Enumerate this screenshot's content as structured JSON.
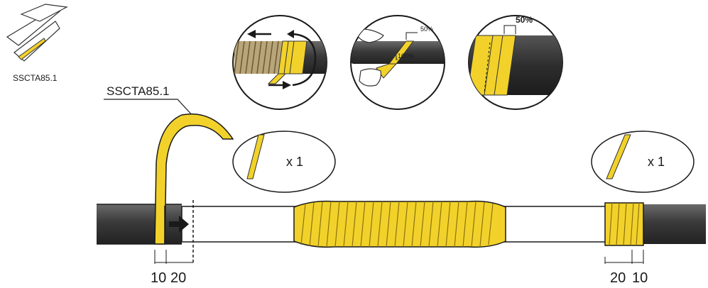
{
  "product_icon": {
    "code": "SSCTA85.1"
  },
  "callout": {
    "code": "SSCTA85.1"
  },
  "insets": {
    "half_overlap": "50%",
    "full_overlap": "100%",
    "overlap_result": "50%"
  },
  "left_note": {
    "quantity": "x 1"
  },
  "right_note": {
    "quantity": "x 1"
  },
  "dimensions": {
    "left_a": "10",
    "left_b": "20",
    "right_a": "20",
    "right_b": "10"
  },
  "colors": {
    "tape": "#f2d22a",
    "cable": "#3a3a3a",
    "outline": "#1a1a1a",
    "bare_pipe": "#ffffff"
  }
}
